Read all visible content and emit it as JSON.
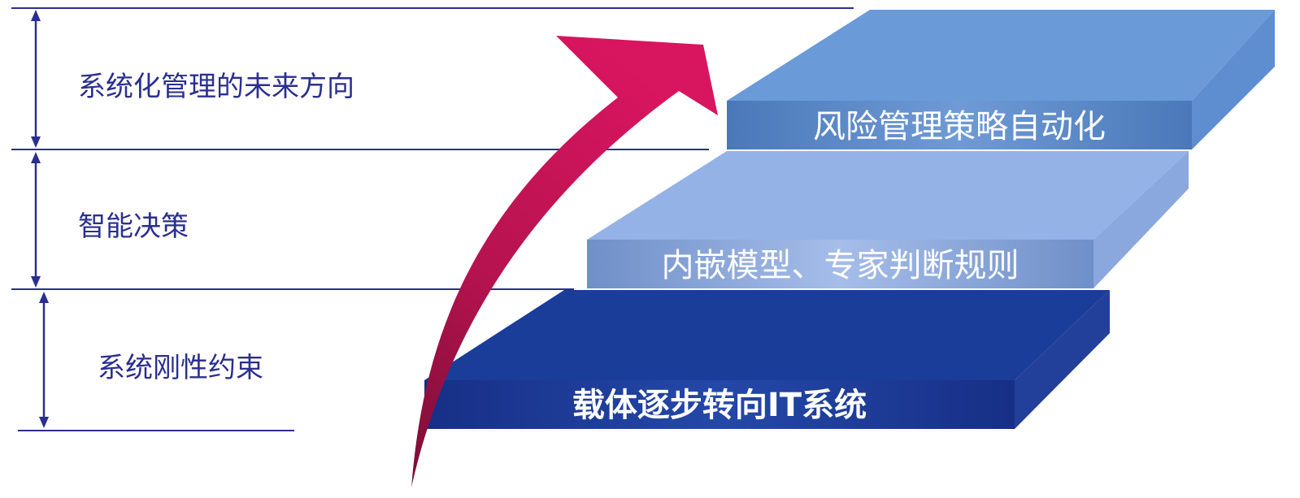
{
  "levels": [
    {
      "label": "系统化管理的未来方向"
    },
    {
      "label": "智能决策"
    },
    {
      "label": "系统刚性约束"
    }
  ],
  "steps": [
    {
      "label": "风险管理策略自动化",
      "color": "#6a9ad8"
    },
    {
      "label": "内嵌模型、专家判断规则",
      "color": "#94b2e6"
    },
    {
      "label": "载体逐步转向IT系统",
      "color": "#1b3c98"
    }
  ],
  "colors": {
    "line": "#2b2f8f",
    "arrow": "#cc1560"
  }
}
